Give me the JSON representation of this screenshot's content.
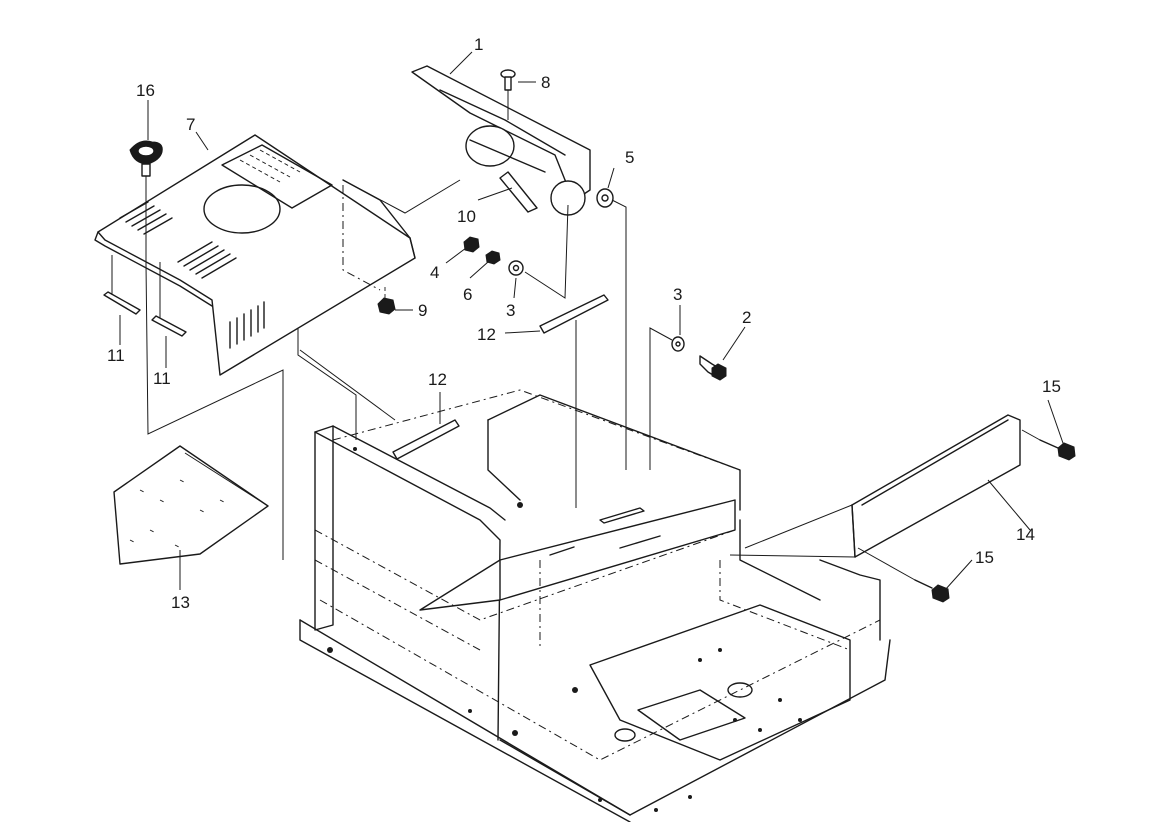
{
  "callouts": [
    {
      "id": "c1",
      "label": "1"
    },
    {
      "id": "c2",
      "label": "2"
    },
    {
      "id": "c3a",
      "label": "3"
    },
    {
      "id": "c3b",
      "label": "3"
    },
    {
      "id": "c4",
      "label": "4"
    },
    {
      "id": "c5",
      "label": "5"
    },
    {
      "id": "c6",
      "label": "6"
    },
    {
      "id": "c7",
      "label": "7"
    },
    {
      "id": "c8",
      "label": "8"
    },
    {
      "id": "c9",
      "label": "9"
    },
    {
      "id": "c10",
      "label": "10"
    },
    {
      "id": "c11a",
      "label": "11"
    },
    {
      "id": "c11b",
      "label": "11"
    },
    {
      "id": "c12a",
      "label": "12"
    },
    {
      "id": "c12b",
      "label": "12"
    },
    {
      "id": "c13",
      "label": "13"
    },
    {
      "id": "c14",
      "label": "14"
    },
    {
      "id": "c15a",
      "label": "15"
    },
    {
      "id": "c15b",
      "label": "15"
    },
    {
      "id": "c16",
      "label": "16"
    }
  ]
}
